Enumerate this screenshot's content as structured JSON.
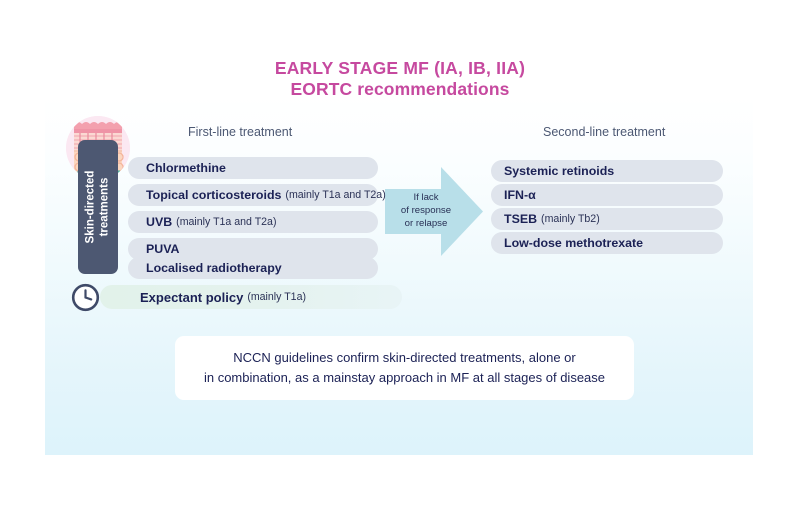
{
  "title": {
    "line1": "EARLY STAGE MF (IA, IB, IIA)",
    "line2": "EORTC recommendations",
    "color": "#c6499f"
  },
  "columns": {
    "first_line_header": "First-line treatment",
    "second_line_header": "Second-line treatment"
  },
  "skin_directed": {
    "label_line1": "Skin-directed",
    "label_line2": "treatments",
    "bar_color": "#4d5872",
    "icon": "skin-histology-icon"
  },
  "first_line_treatments": [
    {
      "name": "Chlormethine",
      "note": ""
    },
    {
      "name": "Topical corticosteroids",
      "note": "(mainly T1a and T2a)"
    },
    {
      "name": "UVB",
      "note": "(mainly T1a and T2a)"
    },
    {
      "name": "PUVA",
      "note": ""
    },
    {
      "name": "Localised radiotherapy",
      "note": ""
    }
  ],
  "second_line_treatments": [
    {
      "name": "Systemic retinoids",
      "note": ""
    },
    {
      "name": "IFN-α",
      "note": ""
    },
    {
      "name": "TSEB",
      "note": "(mainly Tb2)"
    },
    {
      "name": "Low-dose methotrexate",
      "note": ""
    }
  ],
  "arrow": {
    "line1": "If lack",
    "line2": "of response",
    "line3": "or relapse",
    "color": "#b8dfe9"
  },
  "expectant_policy": {
    "name": "Expectant policy",
    "note": "(mainly T1a)",
    "icon": "clock-icon"
  },
  "nccn_note": {
    "line1": "NCCN guidelines confirm skin-directed treatments, alone or",
    "line2": "in combination, as a mainstay approach in MF at all stages of disease"
  },
  "theme": {
    "pill_color": "#dfe4ec",
    "text_navy": "#1b2155",
    "header_gray": "#4c5873",
    "panel_bottom": "#ddf3fb"
  }
}
